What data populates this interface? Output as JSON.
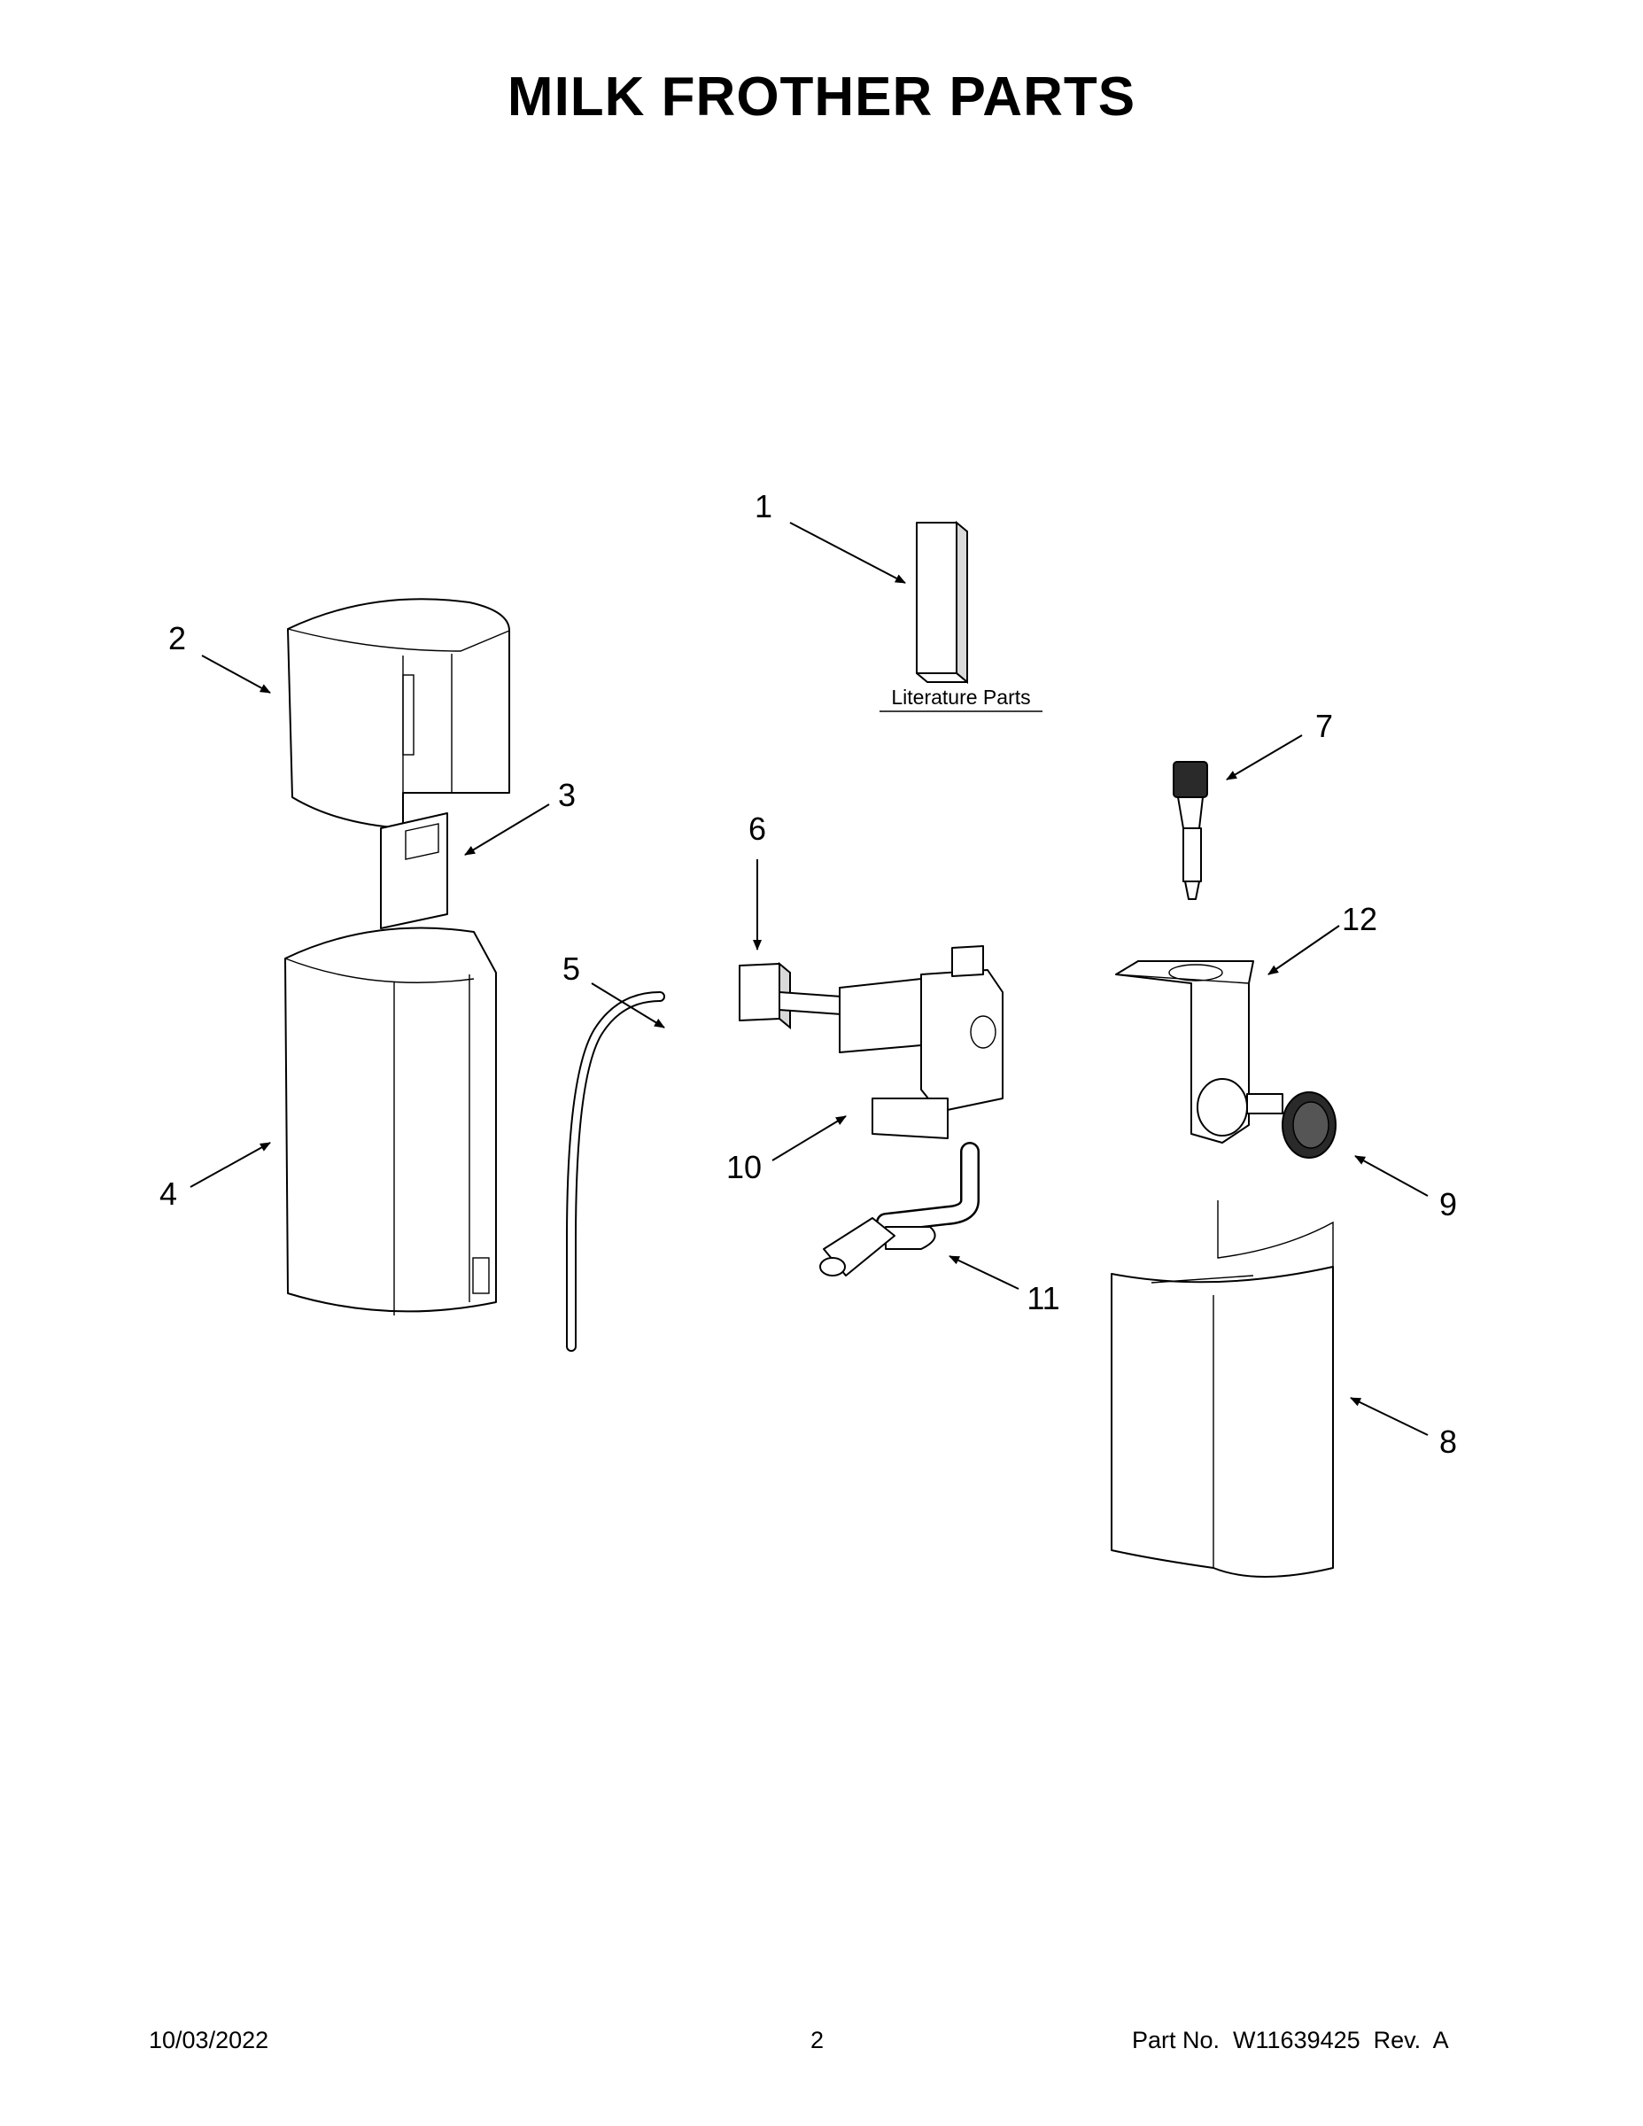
{
  "title": "MILK FROTHER PARTS",
  "literature_label": "Literature Parts",
  "callouts": [
    "1",
    "2",
    "3",
    "4",
    "5",
    "6",
    "7",
    "8",
    "9",
    "10",
    "11",
    "12"
  ],
  "footer": {
    "date": "10/03/2022",
    "page": "2",
    "part_no": "Part No.  W11639425  Rev.  A"
  }
}
